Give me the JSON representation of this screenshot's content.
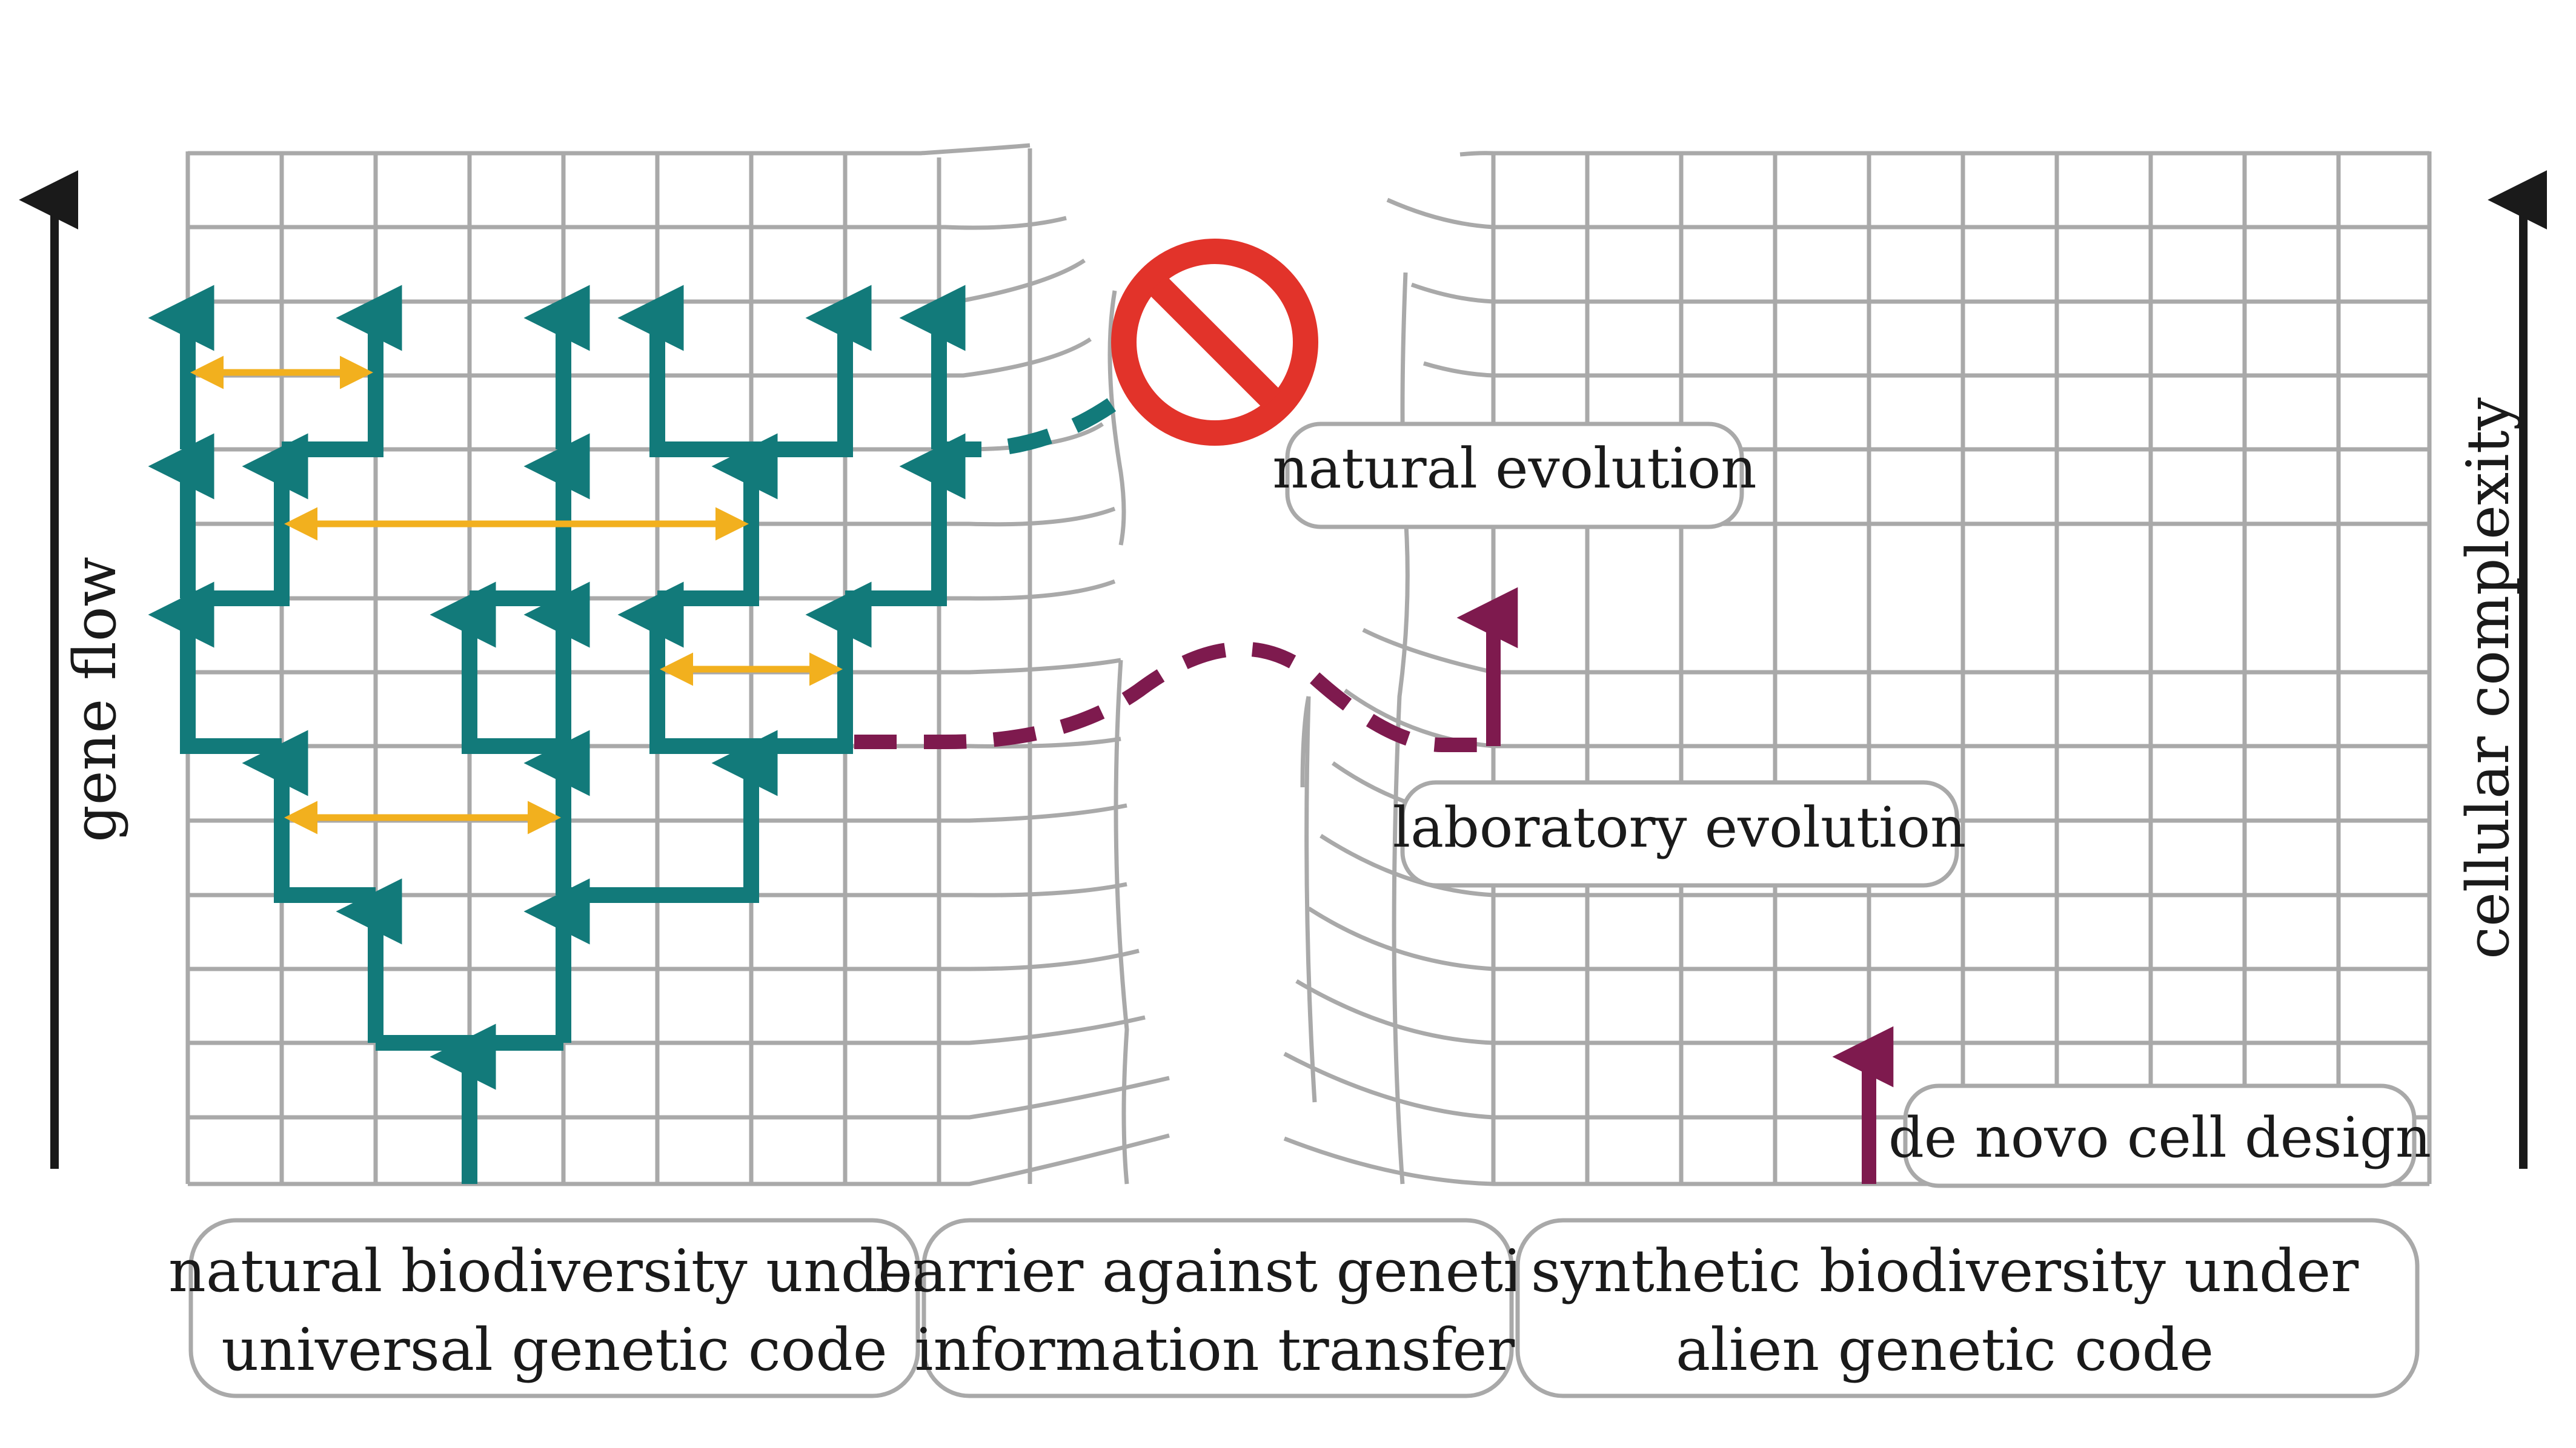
{
  "axes": {
    "left_label": "gene flow",
    "right_label": "cellular complexity"
  },
  "callouts": {
    "natural_evolution": "natural evolution",
    "laboratory_evolution": "laboratory evolution",
    "de_novo": "de novo cell design"
  },
  "regions": {
    "natural": [
      "natural biodiversity under",
      "universal genetic code"
    ],
    "barrier": [
      "barrier against genetic",
      "information transfer"
    ],
    "synthetic": [
      "synthetic biodiversity under",
      "alien genetic code"
    ]
  },
  "colors": {
    "grid": "#a9a9a9",
    "tree": "#127a7a",
    "transfer": "#f2b01e",
    "synthetic": "#7e1a4e",
    "prohibited": "#e2332a",
    "axis_arrow": "#1a1a1a",
    "box_border": "#a9a9a9"
  }
}
